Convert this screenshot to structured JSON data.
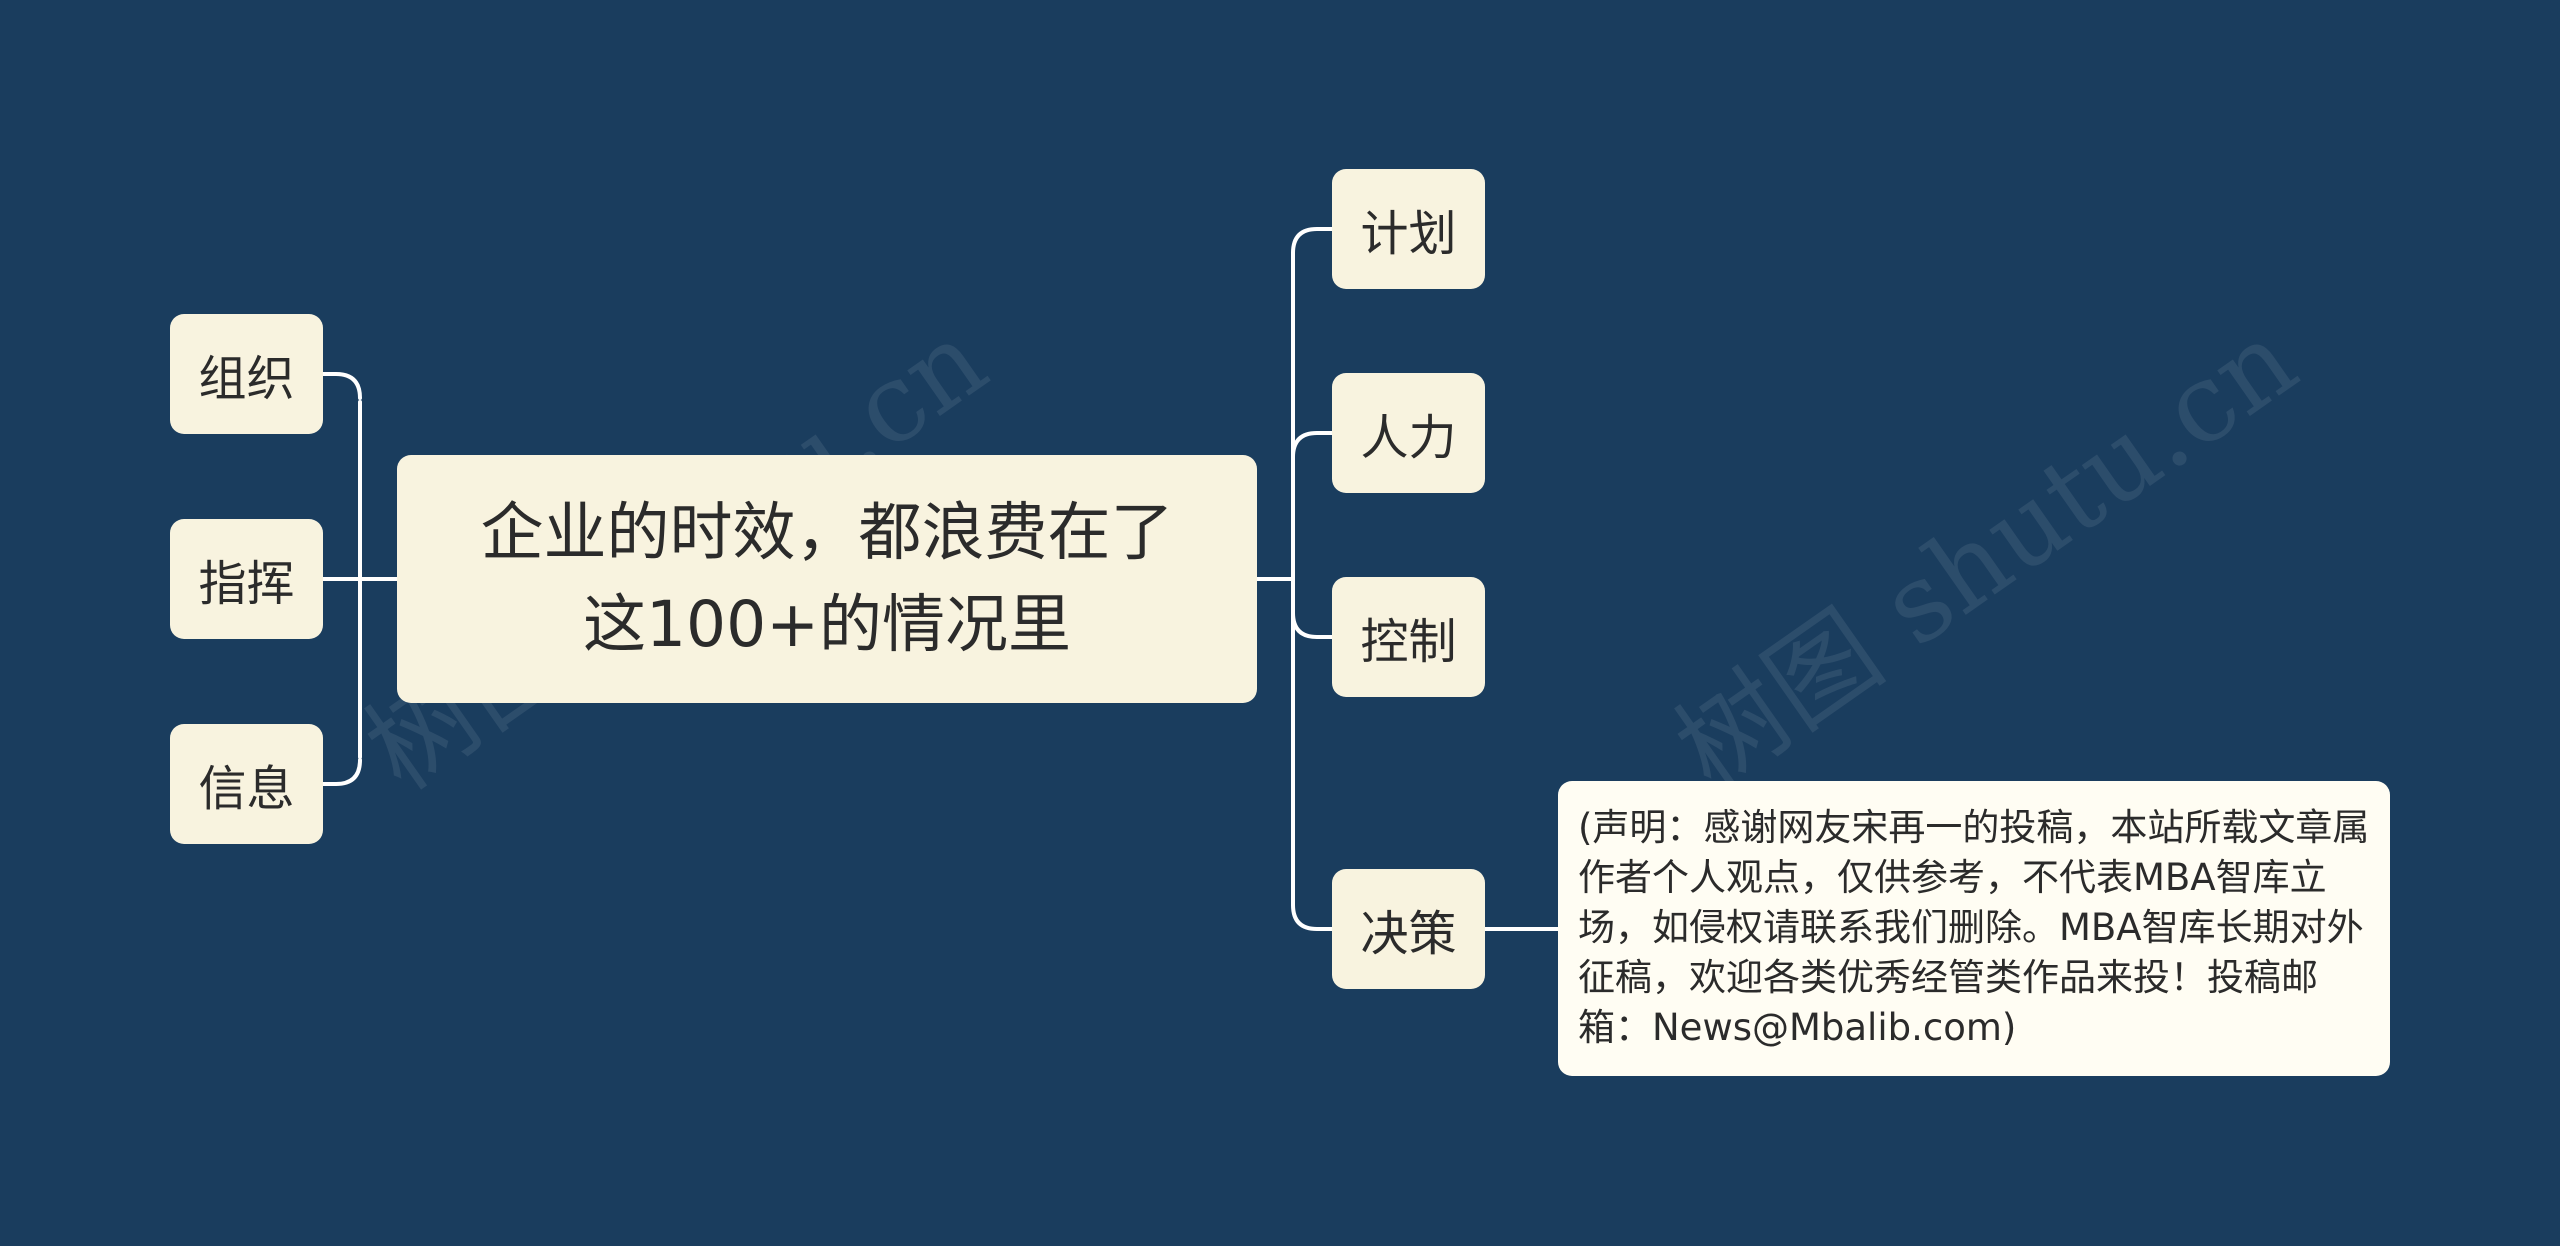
{
  "root": {
    "line1": "企业的时效，都浪费在了",
    "line2": "这100+的情况里"
  },
  "left_nodes": [
    "组织",
    "指挥",
    "信息"
  ],
  "right_nodes": [
    "计划",
    "人力",
    "控制",
    "决策"
  ],
  "note": "(声明：感谢网友宋再一的投稿，本站所载文章属作者个人观点，仅供参考，不代表MBA智库立场，如侵权请联系我们删除。MBA智库长期对外征稿，欢迎各类优秀经管类作品来投！投稿邮箱：News@Mbalib.com)",
  "watermark": "树图 shutu.cn",
  "colors": {
    "background": "#1a3d5e",
    "node_fill": "#f8f3df",
    "note_fill": "#fffdf3",
    "connector": "#ffffff",
    "text": "#2b2b2b"
  }
}
